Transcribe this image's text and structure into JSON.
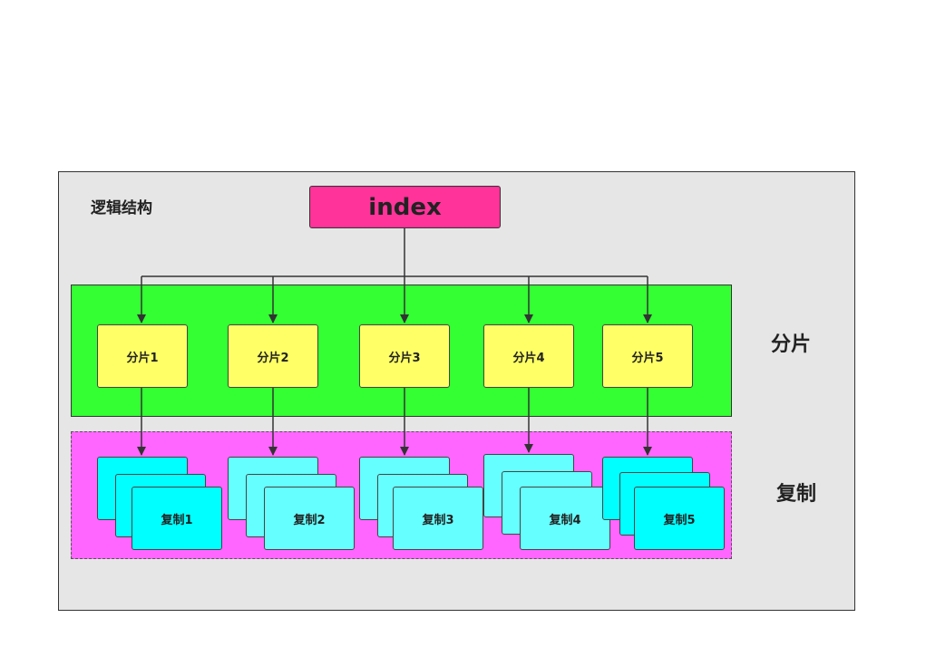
{
  "diagram": {
    "logical_label": "逻辑结构",
    "index_label": "index",
    "shard_band_label": "分片",
    "replica_band_label": "复制",
    "shards": [
      {
        "label": "分片1"
      },
      {
        "label": "分片2"
      },
      {
        "label": "分片3"
      },
      {
        "label": "分片4"
      },
      {
        "label": "分片5"
      }
    ],
    "replicas": [
      {
        "label": "复制1"
      },
      {
        "label": "复制2"
      },
      {
        "label": "复制3"
      },
      {
        "label": "复制4"
      },
      {
        "label": "复制5"
      }
    ],
    "colors": {
      "outer": "#e6e6e6",
      "index": "#ff3399",
      "shard_band": "#33ff33",
      "shard": "#ffff66",
      "replica_band": "#ff66ff",
      "replica_front": "#00ffff",
      "replica_back": "#66ffff"
    }
  }
}
